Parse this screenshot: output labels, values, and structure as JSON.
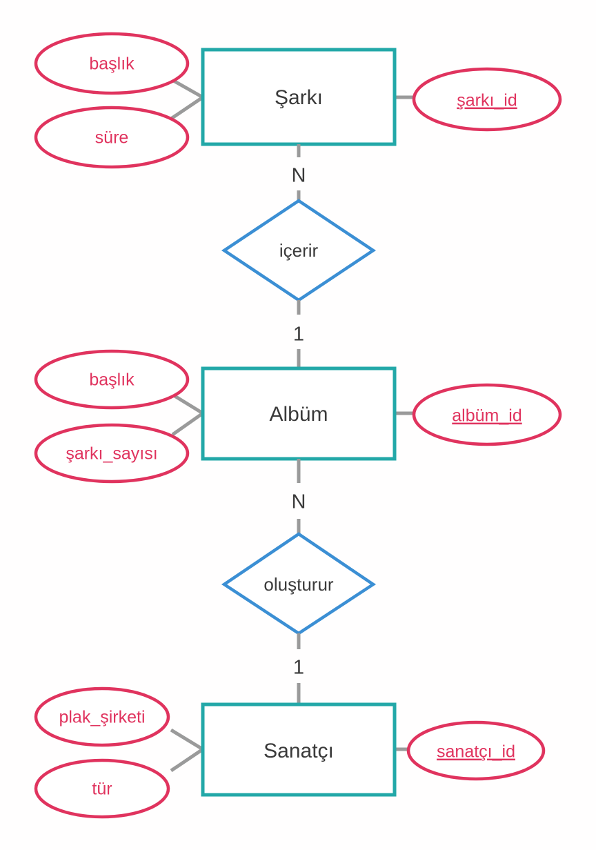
{
  "diagram": {
    "type": "entity-relationship-diagram",
    "title": "",
    "language": "tr",
    "colors": {
      "entity_border": "#23a8a8",
      "attribute_border": "#e0335e",
      "attribute_text": "#e0335e",
      "relationship_border": "#3b8fd4",
      "connector": "#9a9a9a",
      "label_text": "#3a3a3a",
      "background": "#fffefe"
    },
    "entities": [
      {
        "id": "sarki",
        "label": "Şarkı",
        "attributes_left": [
          {
            "label": "başlık",
            "key": false
          },
          {
            "label": "süre",
            "key": false
          }
        ],
        "attributes_right": [
          {
            "label": "şarkı_id",
            "key": true
          }
        ]
      },
      {
        "id": "album",
        "label": "Albüm",
        "attributes_left": [
          {
            "label": "başlık",
            "key": false
          },
          {
            "label": "şarkı_sayısı",
            "key": false
          }
        ],
        "attributes_right": [
          {
            "label": "albüm_id",
            "key": true
          }
        ]
      },
      {
        "id": "sanatci",
        "label": "Sanatçı",
        "attributes_left": [
          {
            "label": "plak_şirketi",
            "key": false
          },
          {
            "label": "tür",
            "key": false
          }
        ],
        "attributes_right": [
          {
            "label": "sanatçı_id",
            "key": true
          }
        ]
      }
    ],
    "relationships": [
      {
        "id": "icerir",
        "label": "içerir",
        "from_entity": "sarki",
        "to_entity": "album",
        "cardinality_top": "N",
        "cardinality_bottom": "1"
      },
      {
        "id": "olusturur",
        "label": "oluşturur",
        "from_entity": "album",
        "to_entity": "sanatci",
        "cardinality_top": "N",
        "cardinality_bottom": "1"
      }
    ]
  }
}
